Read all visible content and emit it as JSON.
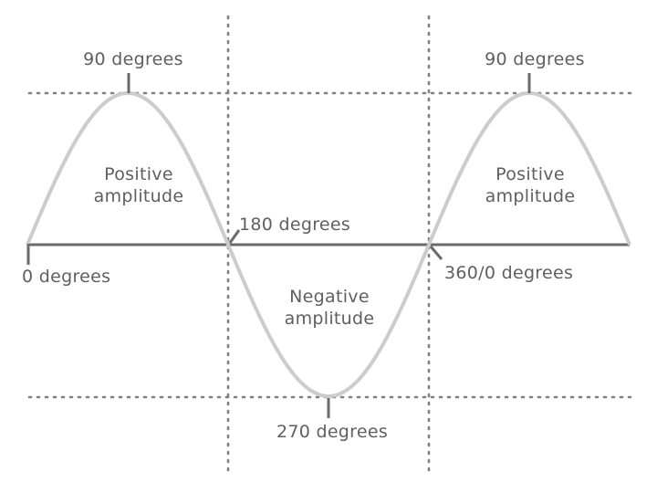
{
  "labels": {
    "deg0": "0 degrees",
    "deg90_left": "90 degrees",
    "deg90_right": "90 degrees",
    "deg180": "180 degrees",
    "deg270": "270 degrees",
    "deg360": "360/0 degrees",
    "pos_left_1": "Positive",
    "pos_left_2": "amplitude",
    "pos_right_1": "Positive",
    "pos_right_2": "amplitude",
    "neg_1": "Negative",
    "neg_2": "amplitude"
  },
  "colors": {
    "wave": "#cccccc",
    "axis": "#6a6a6a",
    "guides": "#808080",
    "text": "#5f5f5f"
  }
}
